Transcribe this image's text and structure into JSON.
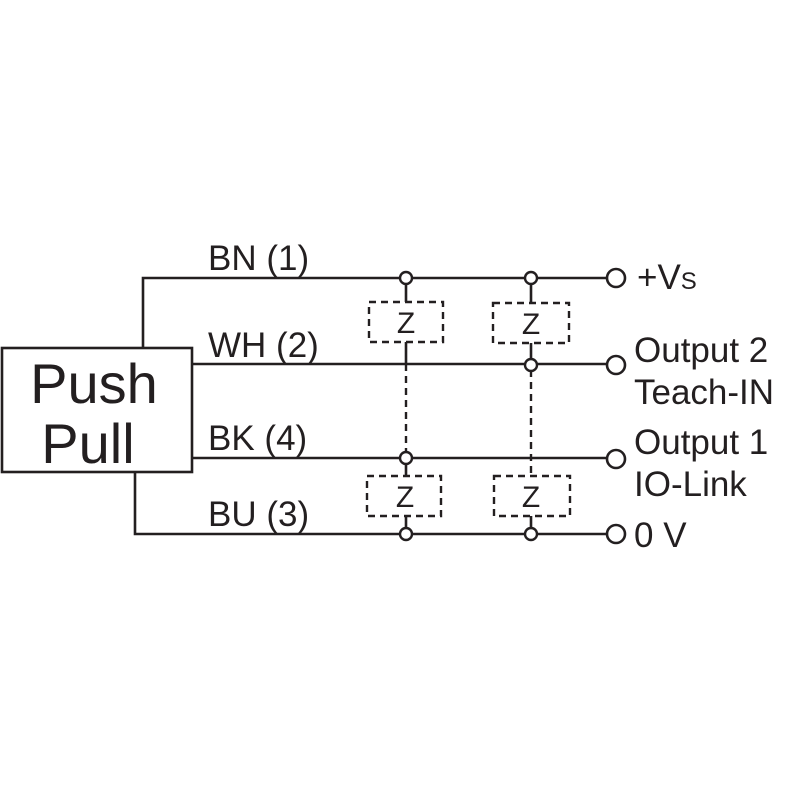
{
  "diagram": {
    "title": "Push-Pull sensor wiring diagram",
    "colors": {
      "line": "#231f20",
      "background": "#ffffff"
    },
    "block": {
      "line1": "Push",
      "line2": "Pull"
    },
    "wires": [
      {
        "id": "bn",
        "label": "BN (1)",
        "terminal": "+V",
        "terminal_sub": "S"
      },
      {
        "id": "wh",
        "label": "WH (2)",
        "terminal": "Output 2",
        "terminal_line2": "Teach-IN"
      },
      {
        "id": "bk",
        "label": "BK (4)",
        "terminal": "Output 1",
        "terminal_line2": "IO-Link"
      },
      {
        "id": "bu",
        "label": "BU (3)",
        "terminal": "0 V"
      }
    ],
    "loads": [
      {
        "label": "Z",
        "between": [
          "BN (1)",
          "BK (4)"
        ],
        "position": "upper-left"
      },
      {
        "label": "Z",
        "between": [
          "BN (1)",
          "WH (2)"
        ],
        "position": "upper-right"
      },
      {
        "label": "Z",
        "between": [
          "BK (4)",
          "BU (3)"
        ],
        "position": "lower-left"
      },
      {
        "label": "Z",
        "between": [
          "WH (2)",
          "BU (3)"
        ],
        "position": "lower-right"
      }
    ]
  }
}
